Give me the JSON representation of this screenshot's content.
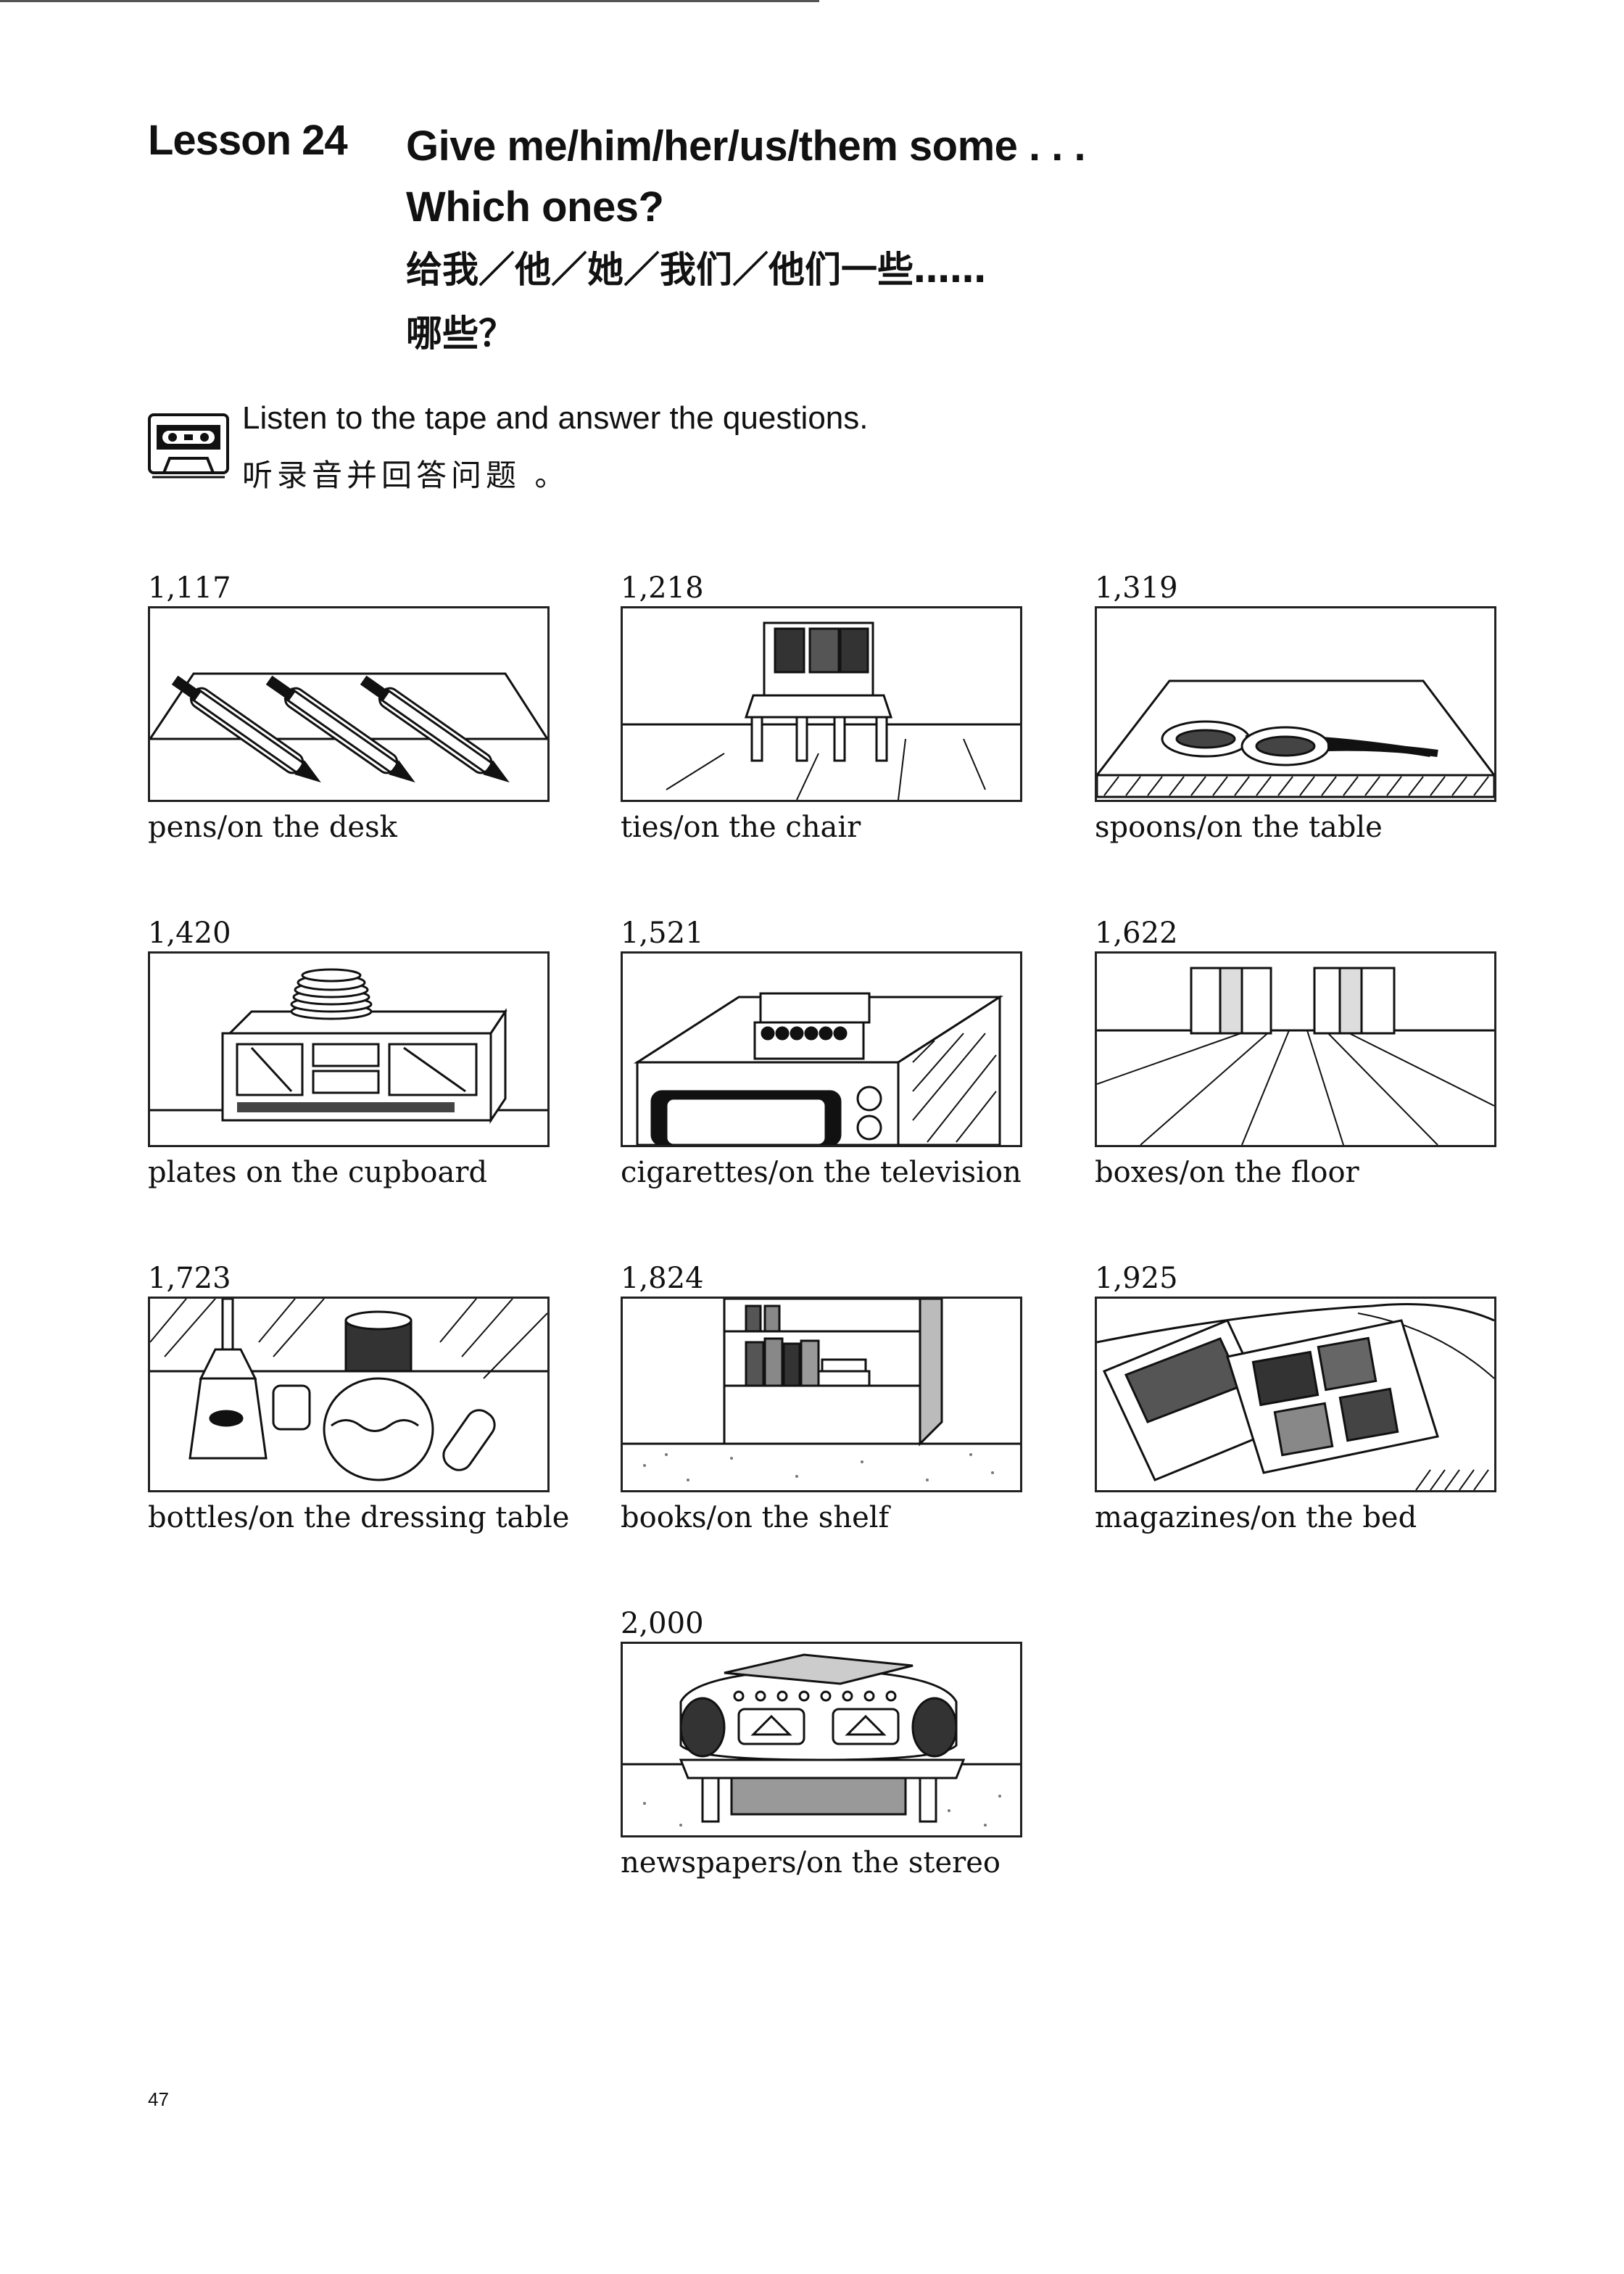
{
  "lesson": {
    "number_label": "Lesson 24",
    "title_en_line1": "Give me/him/her/us/them some . . .",
    "title_en_line2": "Which ones?",
    "title_zh_line1": "给我／他／她／我们／他们一些……",
    "title_zh_line2": "哪些？"
  },
  "instruction": {
    "icon": "cassette-tape-icon",
    "text_en": "Listen to the tape and answer the questions.",
    "text_zh": "听录音并回答问题 。"
  },
  "items": [
    {
      "number": "1,117",
      "caption": "pens/on the desk",
      "icon": "pens-on-desk-illustration"
    },
    {
      "number": "1,218",
      "caption": "ties/on the chair",
      "icon": "ties-on-chair-illustration"
    },
    {
      "number": "1,319",
      "caption": "spoons/on the table",
      "icon": "spoons-on-table-illustration"
    },
    {
      "number": "1,420",
      "caption": "plates on the cupboard",
      "icon": "plates-on-cupboard-illustration"
    },
    {
      "number": "1,521",
      "caption": "cigarettes/on the television",
      "icon": "cigarettes-on-television-illustration"
    },
    {
      "number": "1,622",
      "caption": "boxes/on the floor",
      "icon": "boxes-on-floor-illustration"
    },
    {
      "number": "1,723",
      "caption": "bottles/on the dressing table",
      "icon": "bottles-on-dressing-table-illustration"
    },
    {
      "number": "1,824",
      "caption": "books/on the shelf",
      "icon": "books-on-shelf-illustration"
    },
    {
      "number": "1,925",
      "caption": "magazines/on the bed",
      "icon": "magazines-on-bed-illustration"
    },
    {
      "number": "2,000",
      "caption": "newspapers/on the stereo",
      "icon": "newspapers-on-stereo-illustration"
    }
  ],
  "page_number": "47"
}
